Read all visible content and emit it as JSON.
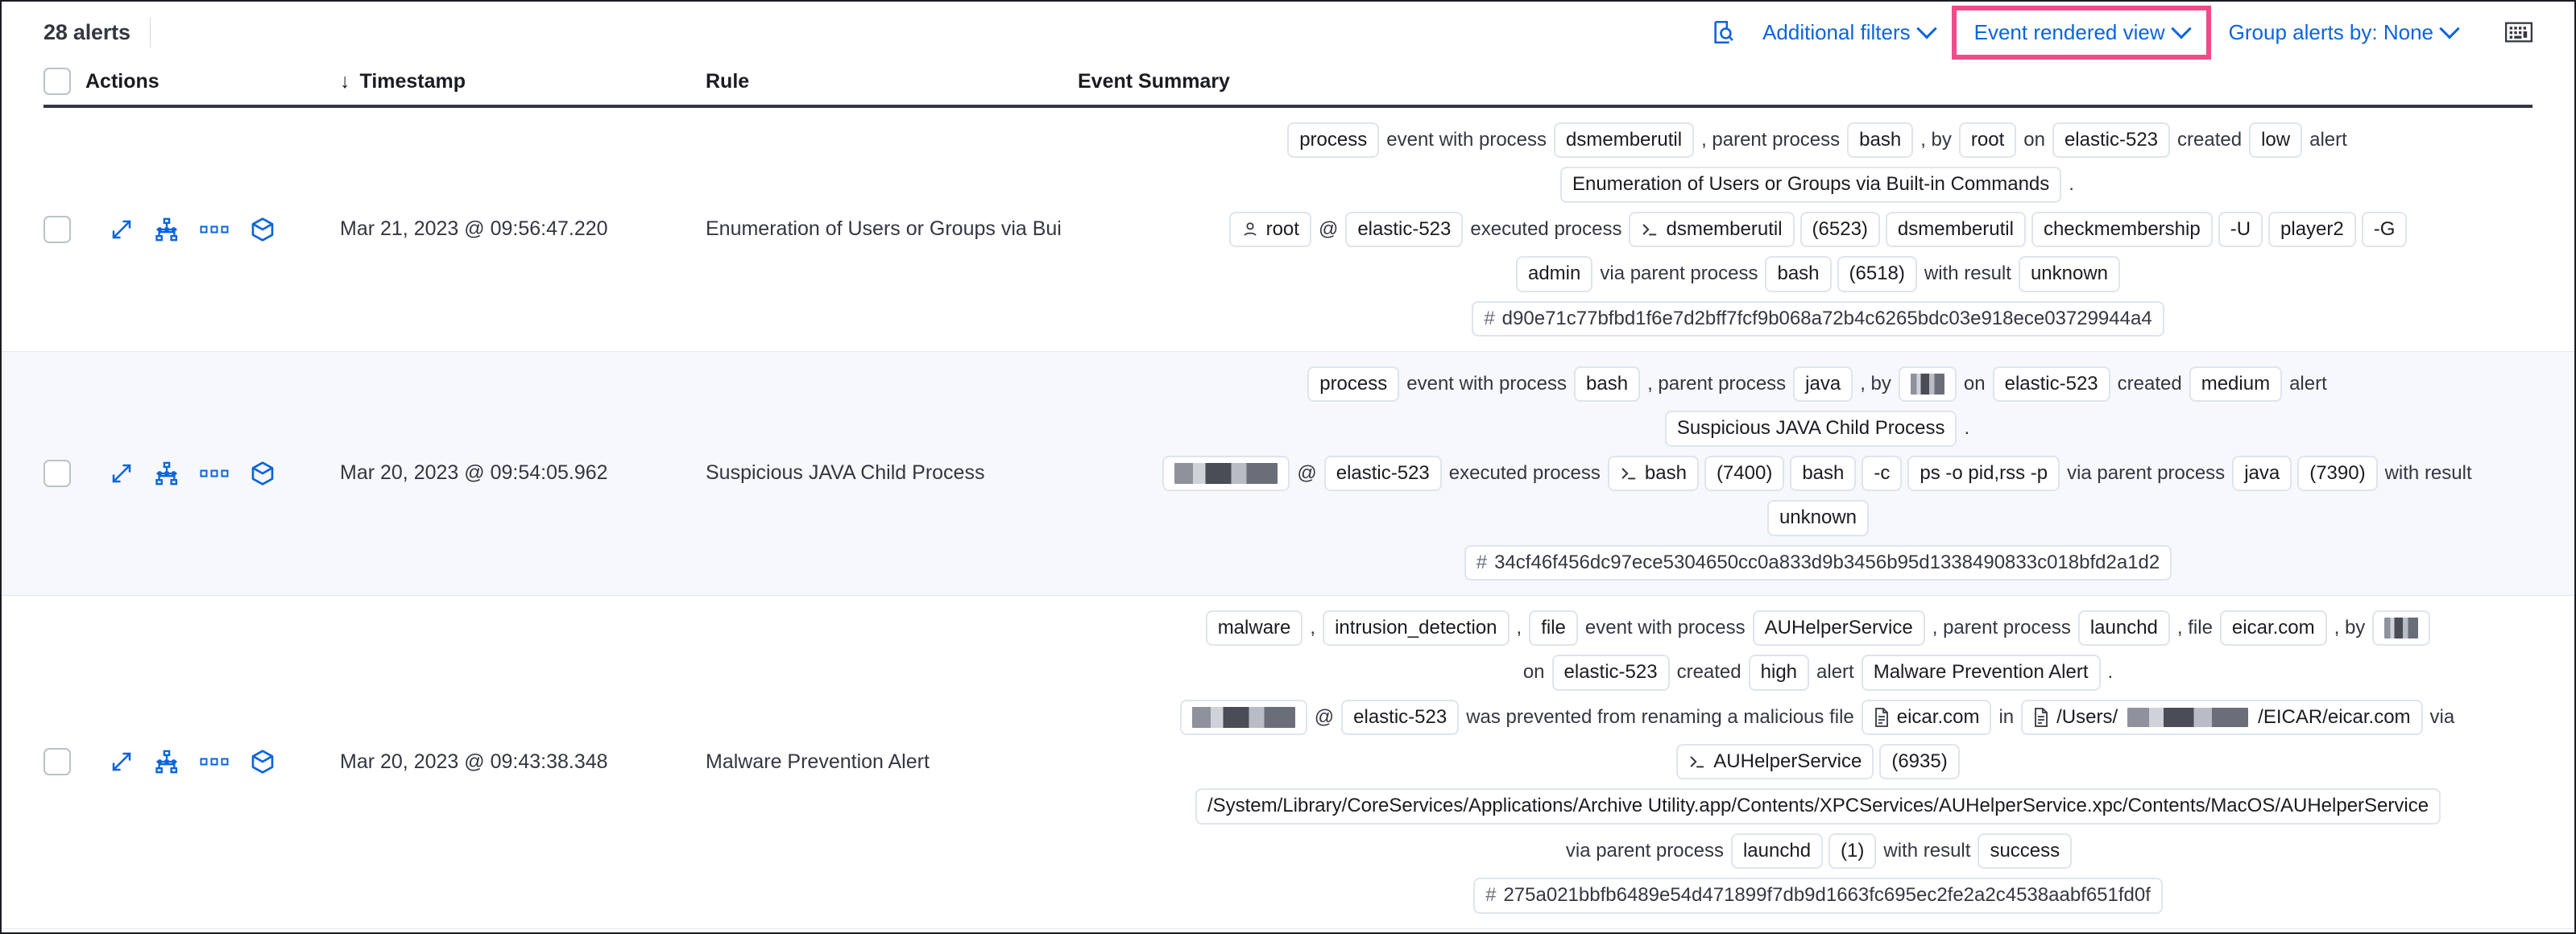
{
  "toolbar": {
    "alert_count": "28 alerts",
    "search_icon": "inspect-search-icon",
    "additional_filters": "Additional filters",
    "event_rendered_view": "Event rendered view",
    "group_alerts_by": "Group alerts by: None",
    "keyboard_icon": "keyboard-shortcut-icon",
    "highlight_color": "#ee4c8b",
    "link_color": "#0b64dd"
  },
  "table": {
    "columns": {
      "actions": "Actions",
      "timestamp": "Timestamp",
      "rule": "Rule",
      "event_summary": "Event Summary",
      "sort_arrow": "↓"
    },
    "row_actions": [
      "expand-details-icon",
      "analyze-event-icon",
      "more-actions-icon",
      "session-view-icon"
    ],
    "rows": [
      {
        "timestamp": "Mar 21, 2023 @ 09:56:47.220",
        "rule": "Enumeration of Users or Groups via Bui",
        "summary_lines": [
          [
            {
              "t": "chip",
              "v": "process"
            },
            {
              "t": "txt",
              "v": "event with process"
            },
            {
              "t": "chip",
              "v": "dsmemberutil"
            },
            {
              "t": "txt",
              "v": ", parent process"
            },
            {
              "t": "chip",
              "v": "bash"
            },
            {
              "t": "txt",
              "v": ", by"
            },
            {
              "t": "chip",
              "v": "root"
            },
            {
              "t": "txt",
              "v": "on"
            },
            {
              "t": "chip",
              "v": "elastic-523"
            },
            {
              "t": "txt",
              "v": "created"
            },
            {
              "t": "chip",
              "v": "low"
            },
            {
              "t": "txt",
              "v": "alert"
            }
          ],
          [
            {
              "t": "chip",
              "v": "Enumeration of Users or Groups via Built-in Commands"
            },
            {
              "t": "txt",
              "v": "."
            }
          ],
          [
            {
              "t": "chip",
              "v": "root",
              "icon": "user-icon"
            },
            {
              "t": "txt",
              "v": "@"
            },
            {
              "t": "chip",
              "v": "elastic-523"
            },
            {
              "t": "txt",
              "v": "executed process"
            },
            {
              "t": "chip",
              "v": "dsmemberutil",
              "icon": "console-icon"
            },
            {
              "t": "chip",
              "v": "(6523)"
            },
            {
              "t": "chip",
              "v": "dsmemberutil"
            },
            {
              "t": "chip",
              "v": "checkmembership"
            },
            {
              "t": "chip",
              "v": "-U"
            },
            {
              "t": "chip",
              "v": "player2"
            },
            {
              "t": "chip",
              "v": "-G"
            }
          ],
          [
            {
              "t": "chip",
              "v": "admin"
            },
            {
              "t": "txt",
              "v": "via parent process"
            },
            {
              "t": "chip",
              "v": "bash"
            },
            {
              "t": "chip",
              "v": "(6518)"
            },
            {
              "t": "txt",
              "v": "with result"
            },
            {
              "t": "chip",
              "v": "unknown"
            }
          ],
          [
            {
              "t": "hash",
              "v": "d90e71c77bfbd1f6e7d2bff7fcf9b068a72b4c6265bdc03e918ece03729944a4"
            }
          ]
        ]
      },
      {
        "timestamp": "Mar 20, 2023 @ 09:54:05.962",
        "rule": "Suspicious JAVA Child Process",
        "summary_lines": [
          [
            {
              "t": "chip",
              "v": "process"
            },
            {
              "t": "txt",
              "v": "event with process"
            },
            {
              "t": "chip",
              "v": "bash"
            },
            {
              "t": "txt",
              "v": ", parent process"
            },
            {
              "t": "chip",
              "v": "java"
            },
            {
              "t": "txt",
              "v": ", by"
            },
            {
              "t": "chip",
              "v": "",
              "redact": "small"
            },
            {
              "t": "txt",
              "v": "on"
            },
            {
              "t": "chip",
              "v": "elastic-523"
            },
            {
              "t": "txt",
              "v": "created"
            },
            {
              "t": "chip",
              "v": "medium"
            },
            {
              "t": "txt",
              "v": "alert"
            }
          ],
          [
            {
              "t": "chip",
              "v": "Suspicious JAVA Child Process"
            },
            {
              "t": "txt",
              "v": "."
            }
          ],
          [
            {
              "t": "chip",
              "v": "",
              "redact": "wide"
            },
            {
              "t": "txt",
              "v": "@"
            },
            {
              "t": "chip",
              "v": "elastic-523"
            },
            {
              "t": "txt",
              "v": "executed process"
            },
            {
              "t": "chip",
              "v": "bash",
              "icon": "console-icon"
            },
            {
              "t": "chip",
              "v": "(7400)"
            },
            {
              "t": "chip",
              "v": "bash"
            },
            {
              "t": "chip",
              "v": "-c"
            },
            {
              "t": "chip",
              "v": "ps -o pid,rss -p"
            },
            {
              "t": "txt",
              "v": "via parent process"
            },
            {
              "t": "chip",
              "v": "java"
            },
            {
              "t": "chip",
              "v": "(7390)"
            },
            {
              "t": "txt",
              "v": "with result"
            }
          ],
          [
            {
              "t": "chip",
              "v": "unknown"
            }
          ],
          [
            {
              "t": "hash",
              "v": "34cf46f456dc97ece5304650cc0a833d9b3456b95d1338490833c018bfd2a1d2"
            }
          ]
        ]
      },
      {
        "timestamp": "Mar 20, 2023 @ 09:43:38.348",
        "rule": "Malware Prevention Alert",
        "summary_lines": [
          [
            {
              "t": "chip",
              "v": "malware"
            },
            {
              "t": "txt",
              "v": ","
            },
            {
              "t": "chip",
              "v": "intrusion_detection"
            },
            {
              "t": "txt",
              "v": ","
            },
            {
              "t": "chip",
              "v": "file"
            },
            {
              "t": "txt",
              "v": "event with process"
            },
            {
              "t": "chip",
              "v": "AUHelperService"
            },
            {
              "t": "txt",
              "v": ", parent process"
            },
            {
              "t": "chip",
              "v": "launchd"
            },
            {
              "t": "txt",
              "v": ", file"
            },
            {
              "t": "chip",
              "v": "eicar.com"
            },
            {
              "t": "txt",
              "v": ", by"
            },
            {
              "t": "chip",
              "v": "",
              "redact": "small"
            }
          ],
          [
            {
              "t": "txt",
              "v": "on"
            },
            {
              "t": "chip",
              "v": "elastic-523"
            },
            {
              "t": "txt",
              "v": "created"
            },
            {
              "t": "chip",
              "v": "high"
            },
            {
              "t": "txt",
              "v": "alert"
            },
            {
              "t": "chip",
              "v": "Malware Prevention Alert"
            },
            {
              "t": "txt",
              "v": "."
            }
          ],
          [
            {
              "t": "chip",
              "v": "",
              "redact": "wide"
            },
            {
              "t": "txt",
              "v": "@"
            },
            {
              "t": "chip",
              "v": "elastic-523"
            },
            {
              "t": "txt",
              "v": "was prevented from renaming a malicious file"
            },
            {
              "t": "chip",
              "v": "eicar.com",
              "icon": "file-icon"
            },
            {
              "t": "txt",
              "v": "in"
            },
            {
              "t": "chip",
              "v": "/Users/",
              "icon": "file-icon",
              "suffix": "/EICAR/eicar.com",
              "redact": "inline"
            },
            {
              "t": "txt",
              "v": "via"
            }
          ],
          [
            {
              "t": "chip",
              "v": "AUHelperService",
              "icon": "console-icon"
            },
            {
              "t": "chip",
              "v": "(6935)"
            }
          ],
          [
            {
              "t": "chip",
              "v": "/System/Library/CoreServices/Applications/Archive Utility.app/Contents/XPCServices/AUHelperService.xpc/Contents/MacOS/AUHelperService"
            }
          ],
          [
            {
              "t": "txt",
              "v": "via parent process"
            },
            {
              "t": "chip",
              "v": "launchd"
            },
            {
              "t": "chip",
              "v": "(1)"
            },
            {
              "t": "txt",
              "v": "with result"
            },
            {
              "t": "chip",
              "v": "success"
            }
          ],
          [
            {
              "t": "hash",
              "v": "275a021bbfb6489e54d471899f7db9d1663fc695ec2fe2a2c4538aabf651fd0f"
            }
          ]
        ]
      }
    ]
  }
}
